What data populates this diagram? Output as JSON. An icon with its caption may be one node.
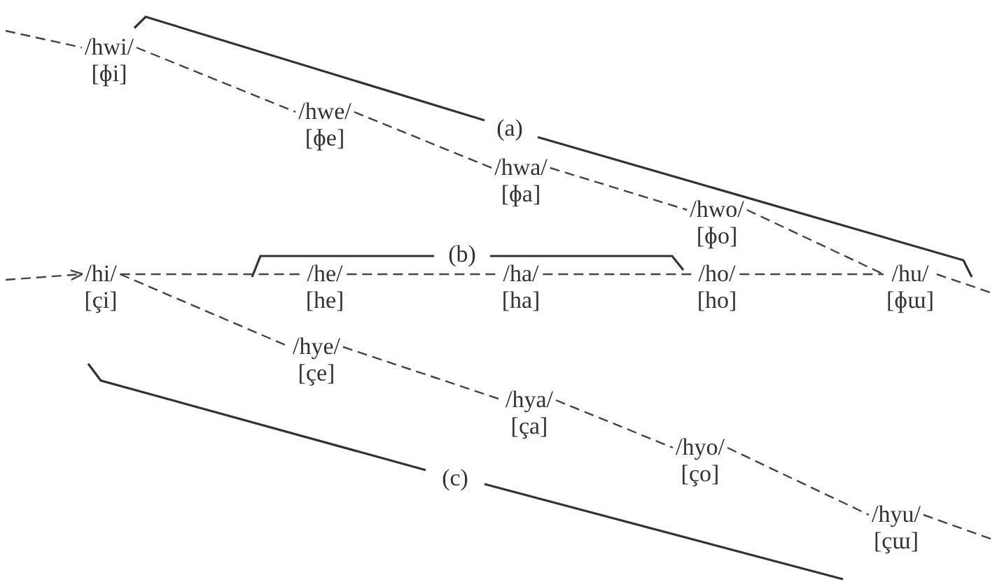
{
  "diagram": {
    "nodes": [
      {
        "text": [
          "/hwi/",
          "[ɸi]"
        ]
      },
      {
        "text": [
          "/hwe/",
          "[ɸe]"
        ]
      },
      {
        "text": [
          "/hwa/",
          "[ɸa]"
        ]
      },
      {
        "text": [
          "/hwo/",
          "[ɸo]"
        ]
      },
      {
        "text": [
          "/hi/",
          "[çi]"
        ]
      },
      {
        "text": [
          "/he/",
          "[he]"
        ]
      },
      {
        "text": [
          "/ha/",
          "[ha]"
        ]
      },
      {
        "text": [
          "/ho/",
          "[ho]"
        ]
      },
      {
        "text": [
          "/hu/",
          "[ɸɯ]"
        ]
      },
      {
        "text": [
          "/hye/",
          "[çe]"
        ]
      },
      {
        "text": [
          "/hya/",
          "[ça]"
        ]
      },
      {
        "text": [
          "/hyo/",
          "[ço]"
        ]
      },
      {
        "text": [
          "/hyu/",
          "[çɯ]"
        ]
      }
    ],
    "edges": [
      {
        "from": null,
        "to": 0,
        "arrow": "none",
        "style": "dashed"
      },
      {
        "from": 0,
        "to": 1,
        "arrow": "none",
        "style": "dashed"
      },
      {
        "from": 1,
        "to": 2,
        "arrow": "none",
        "style": "dashed"
      },
      {
        "from": 2,
        "to": 3,
        "arrow": "none",
        "style": "dashed"
      },
      {
        "from": 3,
        "to": 8,
        "arrow": "none",
        "style": "dashed"
      },
      {
        "from": null,
        "to": 4,
        "arrow": "to",
        "style": "dashed"
      },
      {
        "from": 4,
        "to": 5,
        "arrow": "none",
        "style": "dashed"
      },
      {
        "from": 5,
        "to": 6,
        "arrow": "none",
        "style": "dashed"
      },
      {
        "from": 6,
        "to": 7,
        "arrow": "none",
        "style": "dashed"
      },
      {
        "from": 7,
        "to": 8,
        "arrow": "none",
        "style": "dashed"
      },
      {
        "from": 8,
        "to": null,
        "arrow": "none",
        "style": "dashed"
      },
      {
        "from": 4,
        "to": 9,
        "arrow": "none",
        "style": "dashed"
      },
      {
        "from": 9,
        "to": 10,
        "arrow": "none",
        "style": "dashed"
      },
      {
        "from": 10,
        "to": 11,
        "arrow": "none",
        "style": "dashed"
      },
      {
        "from": 11,
        "to": 12,
        "arrow": "none",
        "style": "dashed"
      },
      {
        "from": 12,
        "to": null,
        "arrow": "none",
        "style": "dashed"
      }
    ],
    "labels": [
      "(a)",
      "(b)",
      "(c)"
    ]
  }
}
